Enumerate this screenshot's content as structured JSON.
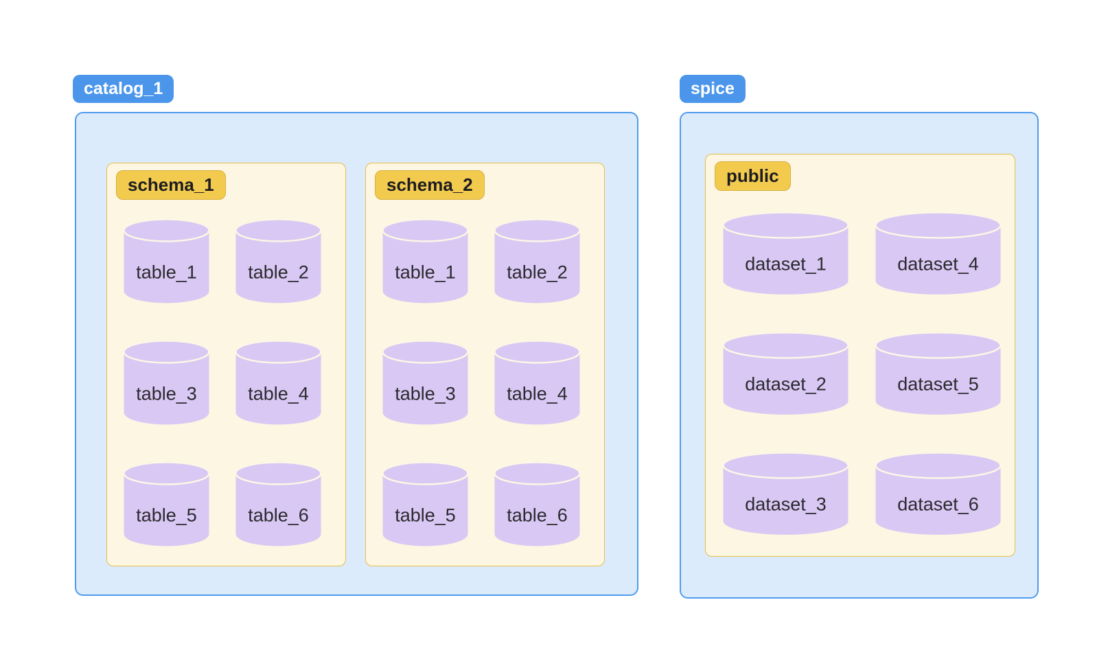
{
  "colors": {
    "catalog_badge": "#4B96EB",
    "catalog_border": "#4F9BED",
    "catalog_fill": "#DCEBFB",
    "schema_badge": "#F2CB4E",
    "schema_badge_border": "#D9AE3C",
    "schema_fill": "#FDF6E2",
    "schema_border": "#E3BE45",
    "cylinder_fill": "#D9C8F3",
    "cylinder_stroke": "#FCF7E6",
    "cylinder_text": "#2B2A30",
    "badge_text": "#FFFFFF"
  },
  "catalogs": [
    {
      "label": "catalog_1",
      "schemas": [
        {
          "label": "schema_1",
          "tables": [
            "table_1",
            "table_2",
            "table_3",
            "table_4",
            "table_5",
            "table_6"
          ]
        },
        {
          "label": "schema_2",
          "tables": [
            "table_1",
            "table_2",
            "table_3",
            "table_4",
            "table_5",
            "table_6"
          ]
        }
      ]
    },
    {
      "label": "spice",
      "schemas": [
        {
          "label": "public",
          "tables": [
            "dataset_1",
            "dataset_2",
            "dataset_3",
            "dataset_4",
            "dataset_5",
            "dataset_6"
          ],
          "layout_note": "column-major: left column dataset_1..3, right column dataset_4..6"
        }
      ]
    }
  ]
}
